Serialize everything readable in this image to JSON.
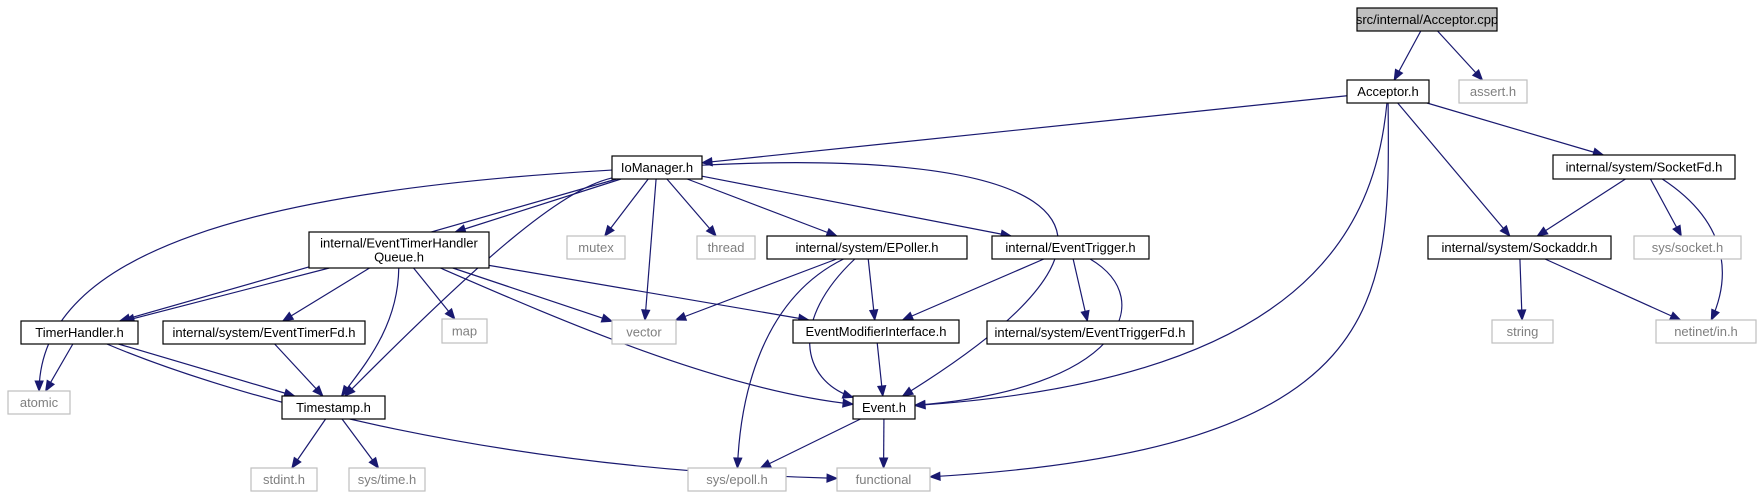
{
  "diagram": {
    "nodes": [
      {
        "id": "acceptor_cpp",
        "lines": [
          "src/internal/Acceptor.cpp"
        ],
        "kind": "root"
      },
      {
        "id": "acceptor_h",
        "lines": [
          "Acceptor.h"
        ],
        "kind": "local"
      },
      {
        "id": "assert_h",
        "lines": [
          "assert.h"
        ],
        "kind": "system"
      },
      {
        "id": "iomanager_h",
        "lines": [
          "IoManager.h"
        ],
        "kind": "local"
      },
      {
        "id": "socketfd_h",
        "lines": [
          "internal/system/SocketFd.h"
        ],
        "kind": "local"
      },
      {
        "id": "eventtimerhandlerqueue_h",
        "lines": [
          "internal/EventTimerHandler",
          "Queue.h"
        ],
        "kind": "local"
      },
      {
        "id": "mutex",
        "lines": [
          "mutex"
        ],
        "kind": "system"
      },
      {
        "id": "thread",
        "lines": [
          "thread"
        ],
        "kind": "system"
      },
      {
        "id": "epoller_h",
        "lines": [
          "internal/system/EPoller.h"
        ],
        "kind": "local"
      },
      {
        "id": "eventtrigger_h",
        "lines": [
          "internal/EventTrigger.h"
        ],
        "kind": "local"
      },
      {
        "id": "sockaddr_h",
        "lines": [
          "internal/system/Sockaddr.h"
        ],
        "kind": "local"
      },
      {
        "id": "sys_socket_h",
        "lines": [
          "sys/socket.h"
        ],
        "kind": "system"
      },
      {
        "id": "timerhandler_h",
        "lines": [
          "TimerHandler.h"
        ],
        "kind": "local"
      },
      {
        "id": "eventtimerfd_h",
        "lines": [
          "internal/system/EventTimerFd.h"
        ],
        "kind": "local"
      },
      {
        "id": "map",
        "lines": [
          "map"
        ],
        "kind": "system"
      },
      {
        "id": "vector",
        "lines": [
          "vector"
        ],
        "kind": "system"
      },
      {
        "id": "eventmodifierinterface_h",
        "lines": [
          "EventModifierInterface.h"
        ],
        "kind": "local"
      },
      {
        "id": "eventtriggerfd_h",
        "lines": [
          "internal/system/EventTriggerFd.h"
        ],
        "kind": "local"
      },
      {
        "id": "string",
        "lines": [
          "string"
        ],
        "kind": "system"
      },
      {
        "id": "netinet_in_h",
        "lines": [
          "netinet/in.h"
        ],
        "kind": "system"
      },
      {
        "id": "atomic",
        "lines": [
          "atomic"
        ],
        "kind": "system"
      },
      {
        "id": "timestamp_h",
        "lines": [
          "Timestamp.h"
        ],
        "kind": "local"
      },
      {
        "id": "event_h",
        "lines": [
          "Event.h"
        ],
        "kind": "local"
      },
      {
        "id": "stdint_h",
        "lines": [
          "stdint.h"
        ],
        "kind": "system"
      },
      {
        "id": "sys_time_h",
        "lines": [
          "sys/time.h"
        ],
        "kind": "system"
      },
      {
        "id": "sys_epoll_h",
        "lines": [
          "sys/epoll.h"
        ],
        "kind": "system"
      },
      {
        "id": "functional",
        "lines": [
          "functional"
        ],
        "kind": "system"
      }
    ],
    "edges": [
      {
        "from": "acceptor_cpp",
        "to": "acceptor_h"
      },
      {
        "from": "acceptor_cpp",
        "to": "assert_h"
      },
      {
        "from": "acceptor_h",
        "to": "iomanager_h"
      },
      {
        "from": "acceptor_h",
        "to": "socketfd_h"
      },
      {
        "from": "acceptor_h",
        "to": "sockaddr_h"
      },
      {
        "from": "acceptor_h",
        "to": "event_h"
      },
      {
        "from": "acceptor_h",
        "to": "functional"
      },
      {
        "from": "iomanager_h",
        "to": "eventtimerhandlerqueue_h"
      },
      {
        "from": "iomanager_h",
        "to": "mutex"
      },
      {
        "from": "iomanager_h",
        "to": "thread"
      },
      {
        "from": "iomanager_h",
        "to": "epoller_h"
      },
      {
        "from": "iomanager_h",
        "to": "eventtrigger_h"
      },
      {
        "from": "iomanager_h",
        "to": "vector"
      },
      {
        "from": "iomanager_h",
        "to": "timerhandler_h"
      },
      {
        "from": "iomanager_h",
        "to": "atomic"
      },
      {
        "from": "iomanager_h",
        "to": "timestamp_h"
      },
      {
        "from": "iomanager_h",
        "to": "event_h"
      },
      {
        "from": "socketfd_h",
        "to": "sockaddr_h"
      },
      {
        "from": "socketfd_h",
        "to": "sys_socket_h"
      },
      {
        "from": "socketfd_h",
        "to": "netinet_in_h"
      },
      {
        "from": "sockaddr_h",
        "to": "string"
      },
      {
        "from": "sockaddr_h",
        "to": "netinet_in_h"
      },
      {
        "from": "eventtimerhandlerqueue_h",
        "to": "timerhandler_h"
      },
      {
        "from": "eventtimerhandlerqueue_h",
        "to": "eventtimerfd_h"
      },
      {
        "from": "eventtimerhandlerqueue_h",
        "to": "timestamp_h"
      },
      {
        "from": "eventtimerhandlerqueue_h",
        "to": "map"
      },
      {
        "from": "eventtimerhandlerqueue_h",
        "to": "vector"
      },
      {
        "from": "eventtimerhandlerqueue_h",
        "to": "eventmodifierinterface_h"
      },
      {
        "from": "eventtimerhandlerqueue_h",
        "to": "event_h"
      },
      {
        "from": "epoller_h",
        "to": "vector"
      },
      {
        "from": "epoller_h",
        "to": "eventmodifierinterface_h"
      },
      {
        "from": "epoller_h",
        "to": "event_h"
      },
      {
        "from": "epoller_h",
        "to": "sys_epoll_h"
      },
      {
        "from": "eventtrigger_h",
        "to": "eventmodifierinterface_h"
      },
      {
        "from": "eventtrigger_h",
        "to": "eventtriggerfd_h"
      },
      {
        "from": "eventtrigger_h",
        "to": "event_h"
      },
      {
        "from": "timerhandler_h",
        "to": "atomic"
      },
      {
        "from": "timerhandler_h",
        "to": "timestamp_h"
      },
      {
        "from": "timerhandler_h",
        "to": "functional"
      },
      {
        "from": "eventtimerfd_h",
        "to": "timestamp_h"
      },
      {
        "from": "eventmodifierinterface_h",
        "to": "event_h"
      },
      {
        "from": "timestamp_h",
        "to": "stdint_h"
      },
      {
        "from": "timestamp_h",
        "to": "sys_time_h"
      },
      {
        "from": "event_h",
        "to": "sys_epoll_h"
      },
      {
        "from": "event_h",
        "to": "functional"
      }
    ]
  }
}
